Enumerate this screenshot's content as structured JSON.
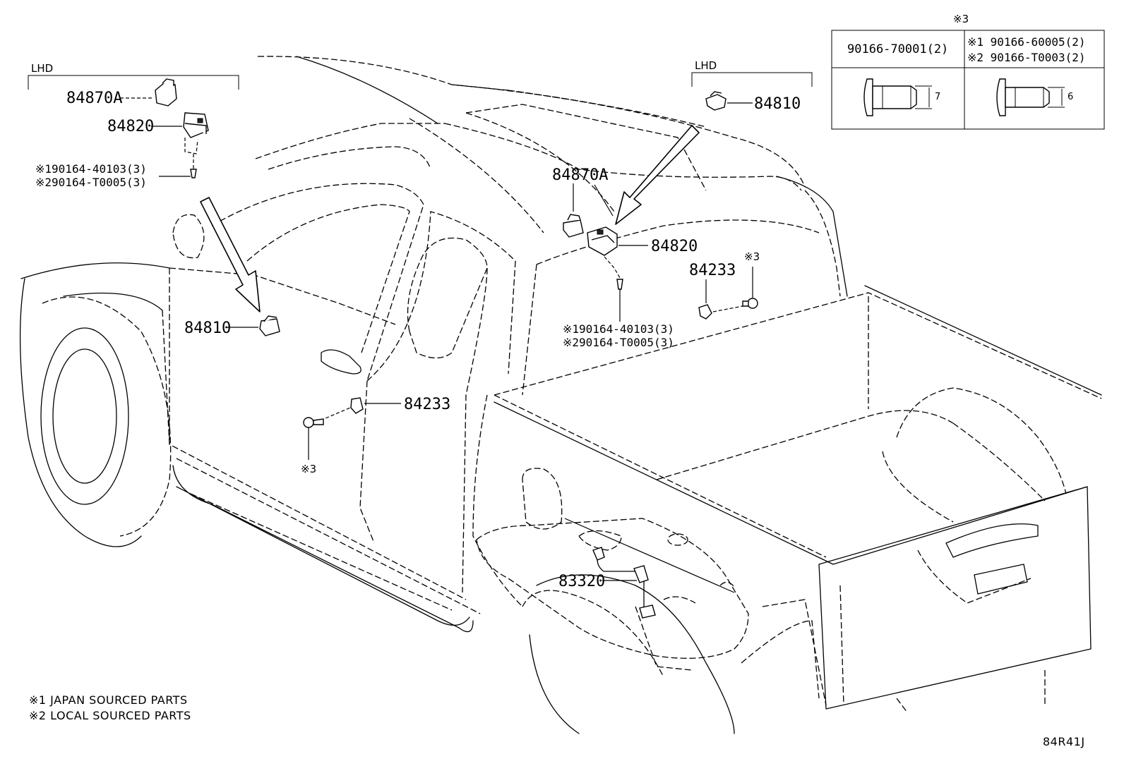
{
  "labels": {
    "lhd_left": "LHD",
    "lhd_right": "LHD",
    "p84870a_left": "84870A",
    "p84820_left": "84820",
    "bolt_left_1": "※190164-40103(3)",
    "bolt_left_2": "※290164-T0005(3)",
    "p84810_door": "84810",
    "p84233_door": "84233",
    "note3_door": "※3",
    "p84870a_center": "84870A",
    "p84820_center": "84820",
    "p84233_rear": "84233",
    "note3_rear": "※3",
    "bolt_center_1": "※190164-40103(3)",
    "bolt_center_2": "※290164-T0005(3)",
    "p84810_right": "84810",
    "p83320": "83320"
  },
  "screw_table": {
    "title": "※3",
    "col1_header": "90166-70001(2)",
    "col2_header_1": "※1  90166-60005(2)",
    "col2_header_2": "※2  90166-T0003(2)",
    "col1_dimension": "7",
    "col2_dimension": "6"
  },
  "footnotes": {
    "note1": "※1 JAPAN SOURCED PARTS",
    "note2": "※2 LOCAL SOURCED PARTS"
  },
  "diagram_code": "84R41J"
}
